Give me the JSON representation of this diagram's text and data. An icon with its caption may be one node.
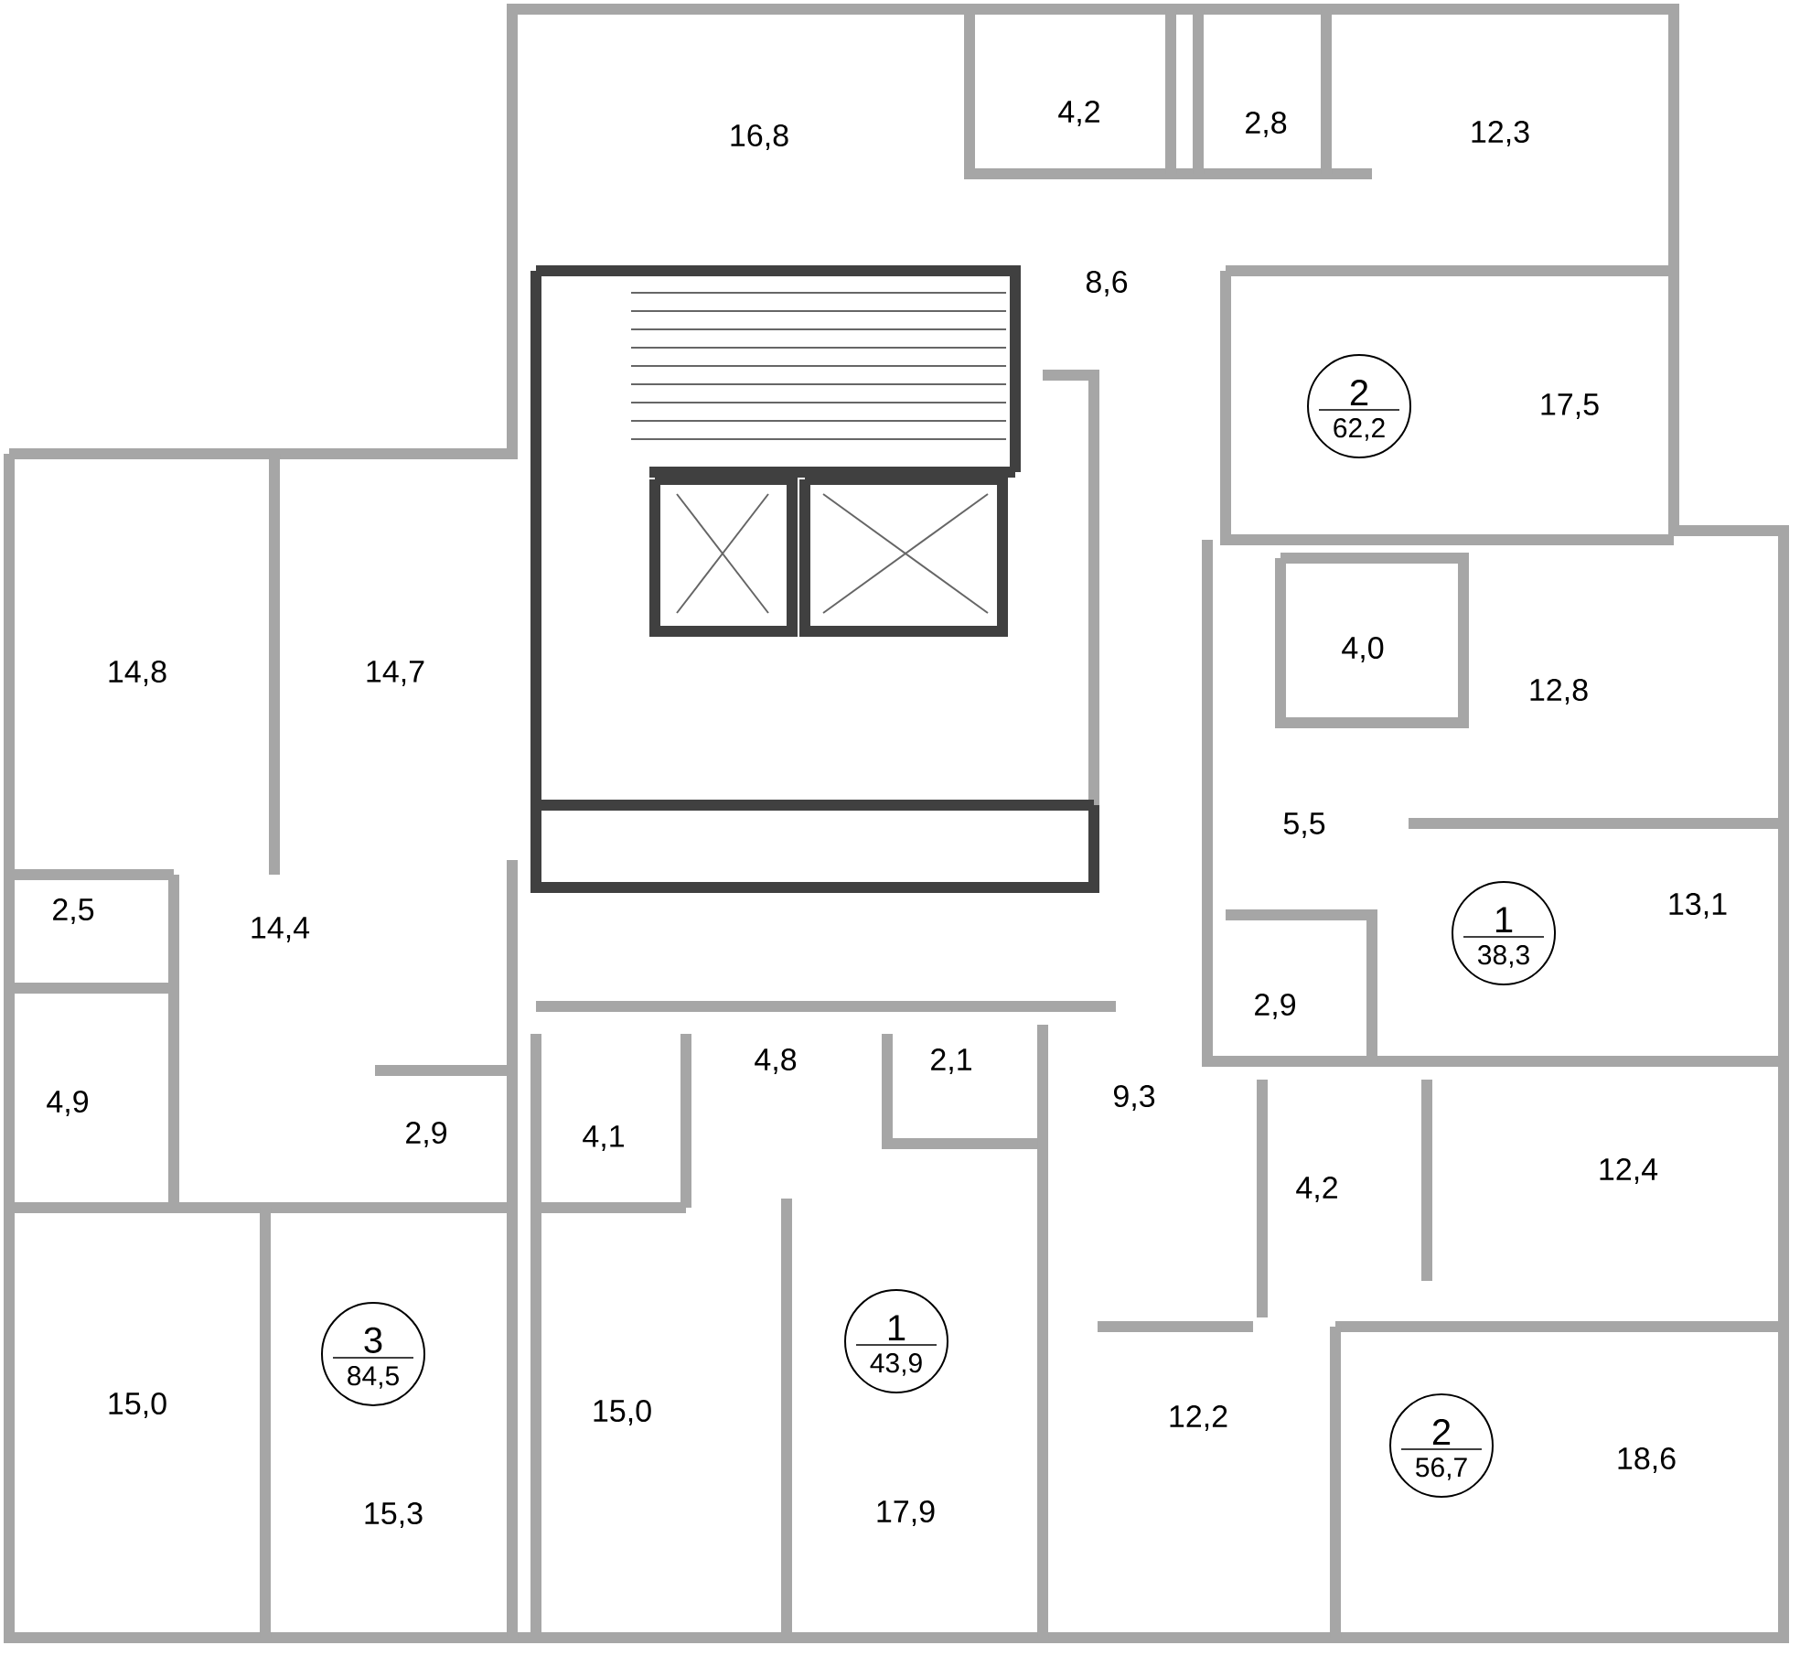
{
  "diagram": {
    "nodes": [
      {
        "text": [
          "2",
          "62,2"
        ]
      },
      {
        "text": [
          "1",
          "38,3"
        ]
      },
      {
        "text": [
          "1",
          "43,9"
        ]
      },
      {
        "text": [
          "3",
          "84,5"
        ]
      },
      {
        "text": [
          "2",
          "56,7"
        ]
      }
    ],
    "labels": [
      "4,2",
      "2,8",
      "12,3",
      "16,8",
      "8,6",
      "17,5",
      "4,0",
      "14,8",
      "14,7",
      "12,8",
      "5,5",
      "13,1",
      "2,5",
      "14,4",
      "2,9",
      "4,8",
      "2,1",
      "9,3",
      "4,9",
      "2,9",
      "4,1",
      "12,4",
      "4,2",
      "15,0",
      "15,0",
      "12,2",
      "18,6",
      "15,3",
      "17,9"
    ]
  }
}
